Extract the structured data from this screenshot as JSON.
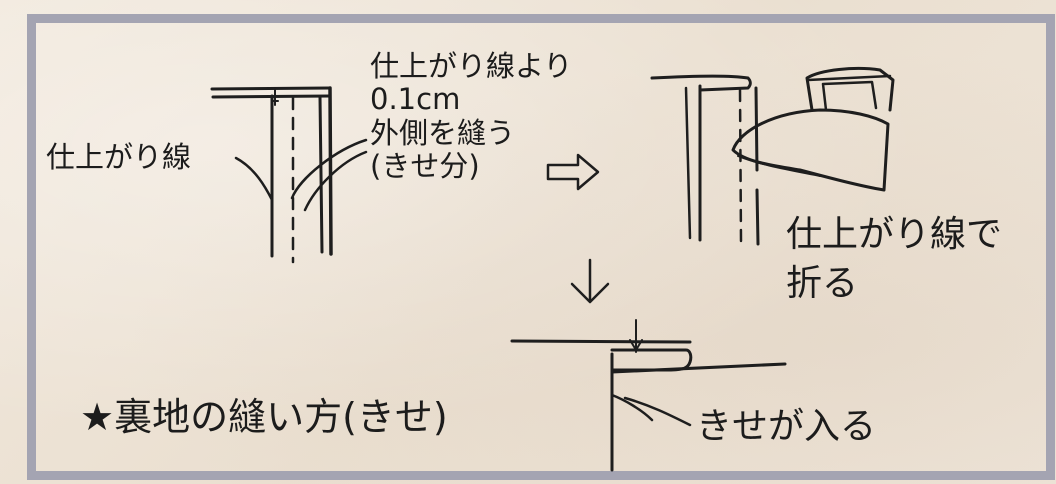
{
  "title": "★裏地の縫い方(きせ)",
  "labels": {
    "finish_line": "仕上がり線",
    "sew_outside": [
      "仕上がり線より",
      "0.1cm",
      "外側を縫う",
      "(きせ分)"
    ],
    "fold_at_line": [
      "仕上がり線で",
      "折る"
    ],
    "kise_enters": "きせが入る"
  },
  "colors": {
    "background": "#ece1d3",
    "frame": "#a4a4b2",
    "ink": "#1e1e1e"
  }
}
